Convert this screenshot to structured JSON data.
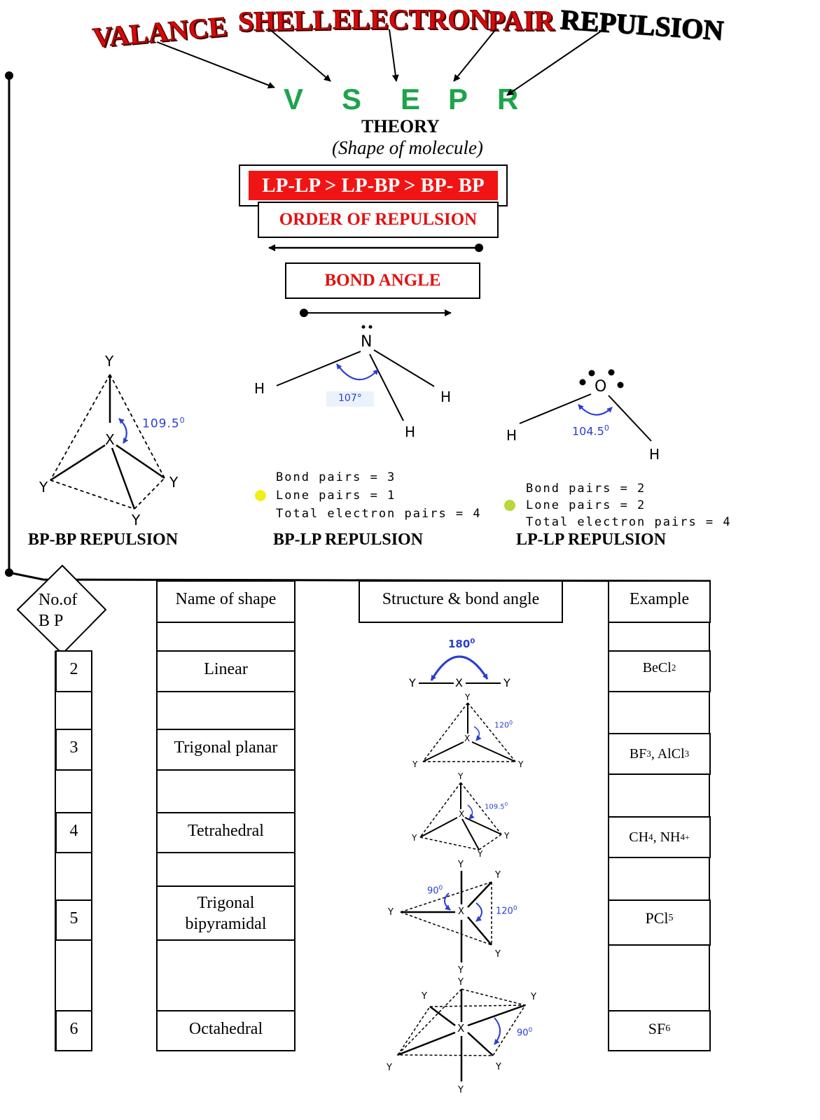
{
  "title": {
    "words": [
      "VALANCE",
      "SHELL",
      "ELECTRON",
      "PAIR",
      "REPULSION"
    ],
    "acronym": [
      "V",
      "S",
      "E",
      "P",
      "R"
    ],
    "theory": "THEORY",
    "subtitle": "(Shape of molecule)"
  },
  "repulsion": {
    "order_text": "LP-LP > LP-BP > BP- BP",
    "order_label": "ORDER OF REPULSION",
    "bond_angle_label": "BOND ANGLE"
  },
  "examples": {
    "bp_bp": {
      "caption": "BP-BP REPULSION",
      "central": "X",
      "ligand": "Y",
      "angle": "109.5",
      "angle_unit": "0"
    },
    "bp_lp": {
      "caption": "BP-LP REPULSION",
      "central": "N",
      "ligand": "H",
      "angle": "107°",
      "bond_pairs": "Bond pairs = 3",
      "lone_pairs": "Lone pairs = 1",
      "total_pairs": "Total electron pairs = 4"
    },
    "lp_lp": {
      "caption": "LP-LP REPULSION",
      "central": "O",
      "ligand": "H",
      "angle": "104.5",
      "angle_unit": "0",
      "bond_pairs": "Bond pairs = 2",
      "lone_pairs": "Lone pairs = 2",
      "total_pairs": "Total electron pairs = 4"
    }
  },
  "colors": {
    "title_red": "#d60a0a",
    "acronym_green": "#1da44b",
    "angle_blue": "#2a3fd0",
    "lone_pair_yellow": "#f2ee1c",
    "lone_pair_green": "#b8d838"
  },
  "table": {
    "headers": {
      "no_of_bp_1": "No.of",
      "no_of_bp_2": "B P",
      "name": "Name of shape",
      "structure": "Structure & bond angle",
      "example": "Example"
    },
    "rows": [
      {
        "bp": "2",
        "name": "Linear",
        "angle": "180",
        "example": "BeCl",
        "ex_sub": "2",
        "ex_rest": ""
      },
      {
        "bp": "3",
        "name": "Trigonal planar",
        "angle": "120",
        "example": "BF",
        "ex_sub": "3",
        "ex_rest": ", AlCl",
        "ex_sub2": "3"
      },
      {
        "bp": "4",
        "name": "Tetrahedral",
        "angle": "109.5",
        "example": "CH",
        "ex_sub": "4",
        "ex_rest": ", NH",
        "ex_sub2": "4",
        "ex_sup": "+"
      },
      {
        "bp": "5",
        "name_1": "Trigonal",
        "name_2": "bipyramidal",
        "angle_a": "90",
        "angle_b": "120",
        "example": "PCl",
        "ex_sub": "5",
        "ex_rest": ""
      },
      {
        "bp": "6",
        "name": "Octahedral",
        "angle": "90",
        "example": "SF",
        "ex_sub": "6",
        "ex_rest": ""
      }
    ],
    "degree_mark": "0"
  }
}
